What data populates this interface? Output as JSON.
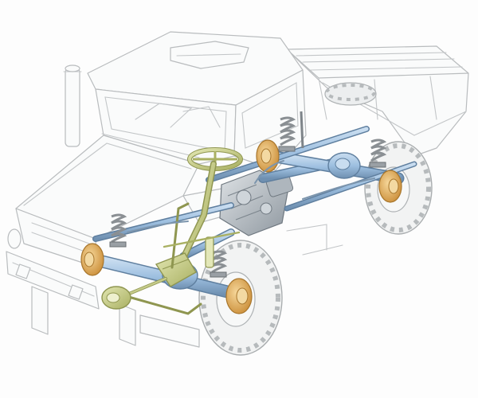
{
  "illustration": {
    "background": "#fdfdfd",
    "colors": {
      "body_outline": "#b9bcbe",
      "chassis_blue": "#9dbfe0",
      "chassis_blue_dark": "#5f7f9f",
      "steering_green": "#c8cf86",
      "steering_green_dark": "#8f9650",
      "brake_orange": "#e8b25a",
      "brake_orange_dark": "#a8762c",
      "coil_spring": "#8a8f93",
      "engine_grey": "#b4bbc1"
    },
    "components": [
      "cab",
      "cargo-bed",
      "exhaust-stack",
      "roof-hatch",
      "front-bumper",
      "headlight",
      "steering-wheel",
      "steering-column",
      "steering-box",
      "steering-linkage",
      "front-axle",
      "rear-axle",
      "drive-shaft",
      "transmission",
      "front-coil-spring",
      "rear-coil-spring",
      "shock-absorber",
      "disc-brake",
      "brake-booster",
      "front-wheel",
      "rear-wheel"
    ]
  }
}
